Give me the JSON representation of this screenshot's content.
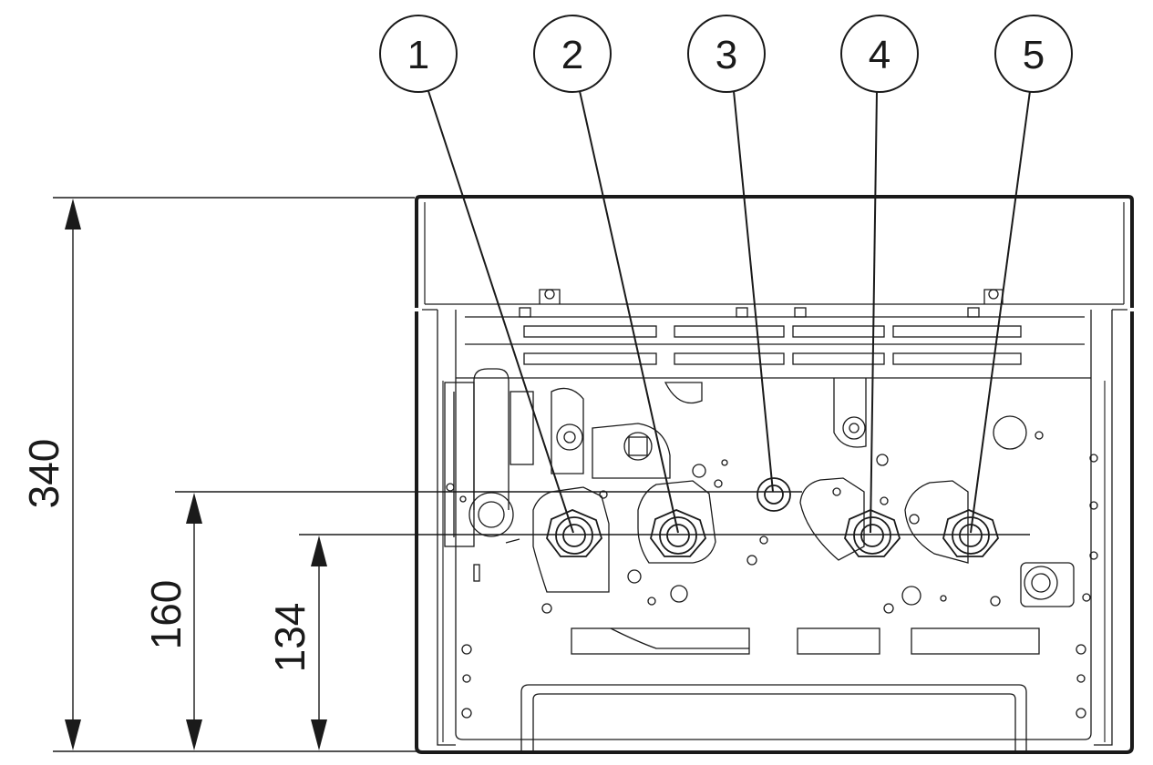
{
  "callouts": [
    {
      "label": "1",
      "target": "connection"
    },
    {
      "label": "2",
      "target": "connection"
    },
    {
      "label": "3",
      "target": "connection"
    },
    {
      "label": "4",
      "target": "connection"
    },
    {
      "label": "5",
      "target": "connection"
    }
  ],
  "dimensions": {
    "total_height": "340",
    "upper_connections_height": "160",
    "lower_connections_height": "134"
  },
  "colors": {
    "line": "#1a1a1a",
    "background": "#ffffff"
  }
}
